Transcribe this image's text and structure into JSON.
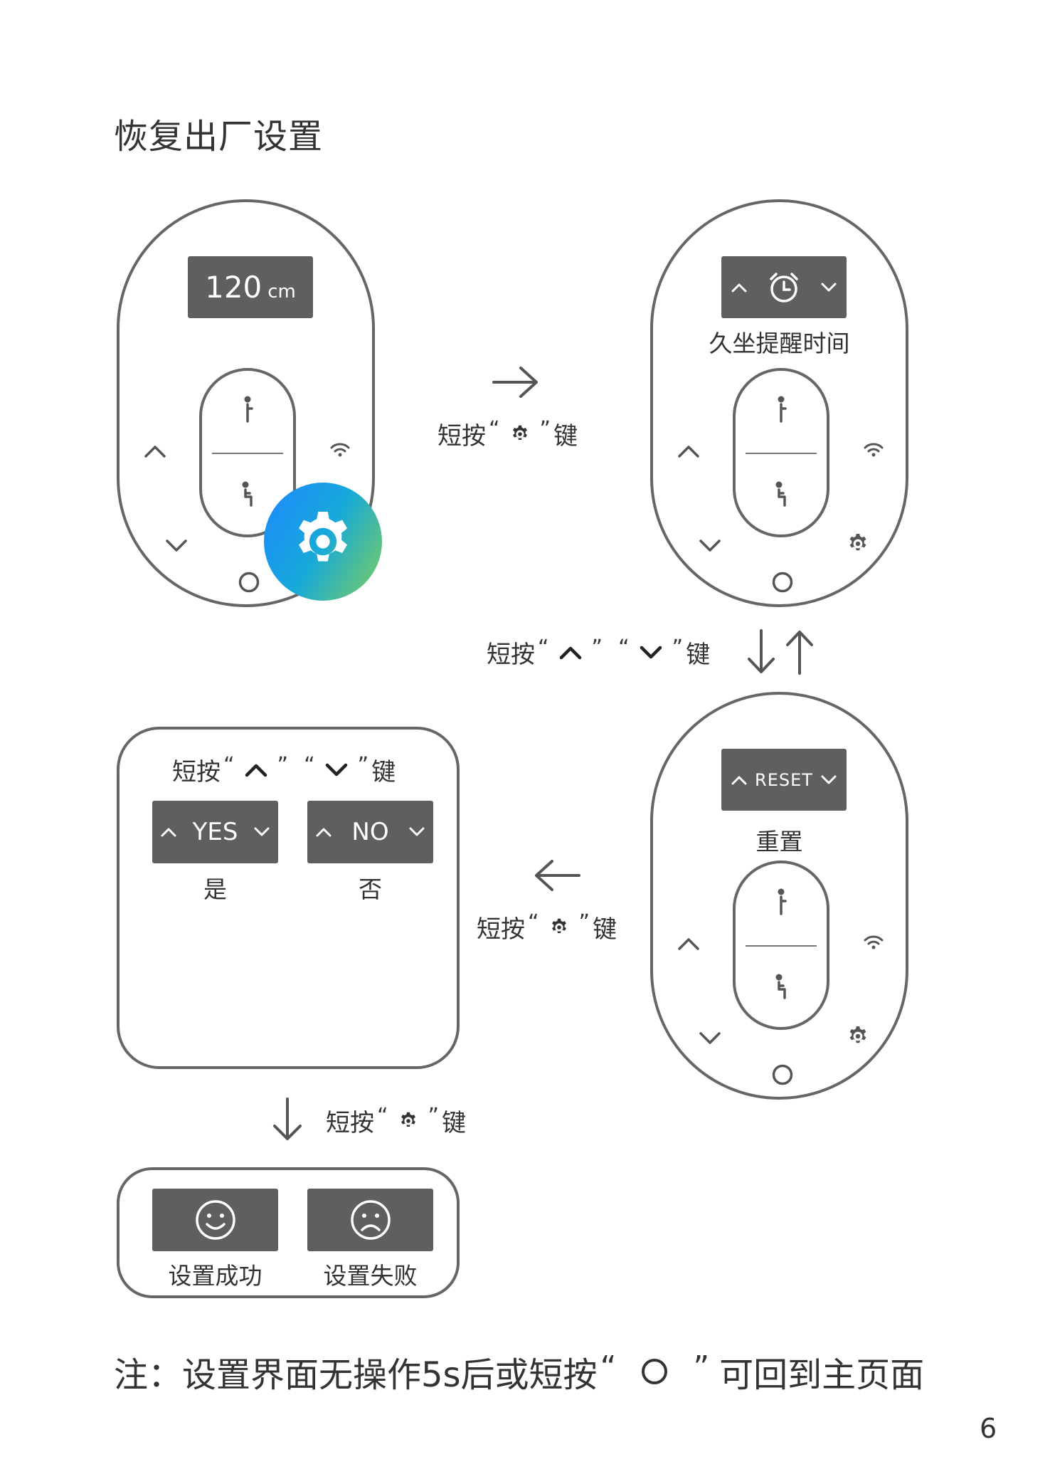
{
  "title": "恢复出厂设置",
  "remote1": {
    "height_value": "120",
    "height_unit": "cm"
  },
  "remote2": {
    "label": "久坐提醒时间"
  },
  "remote3": {
    "screen_text": "RESET",
    "label": "重置"
  },
  "steps": {
    "press_prefix": "短按",
    "press_suffix": "键",
    "open_quote": "“",
    "close_quote": "”"
  },
  "choice": {
    "yes_text": "YES",
    "yes_label": "是",
    "no_text": "NO",
    "no_label": "否"
  },
  "result": {
    "success_label": "设置成功",
    "fail_label": "设置失败"
  },
  "note": {
    "prefix": "注：设置界面无操作5s后或短按",
    "suffix": "可回到主页面"
  },
  "page_number": "6",
  "icons": [
    "gear-icon",
    "alarm-clock-icon",
    "chevron-up-icon",
    "chevron-down-icon",
    "wifi-icon",
    "home-circle-icon",
    "stand-icon",
    "sit-icon",
    "arrow-right-icon",
    "arrow-left-icon",
    "arrow-down-icon",
    "arrow-up-icon",
    "smile-icon",
    "sad-icon"
  ],
  "colors": {
    "outline": "#666666",
    "screen": "#5f5f5f",
    "gear_gradient_start": "#1e88ff",
    "gear_gradient_end": "#7fcf5a"
  }
}
